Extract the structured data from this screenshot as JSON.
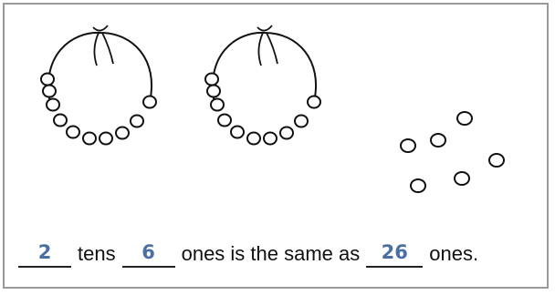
{
  "worksheet": {
    "answers": {
      "tens": "2",
      "ones": "6",
      "total": "26"
    },
    "text": {
      "tens_word": "tens",
      "ones_word": "ones is the same as",
      "end_word": "ones."
    },
    "counts": {
      "bead_rings": 2,
      "beads_per_ring": 10,
      "loose_beads": 6
    },
    "colors": {
      "answer": "#4a6fa5",
      "ink": "#111111",
      "border": "#9a9a9a"
    }
  }
}
